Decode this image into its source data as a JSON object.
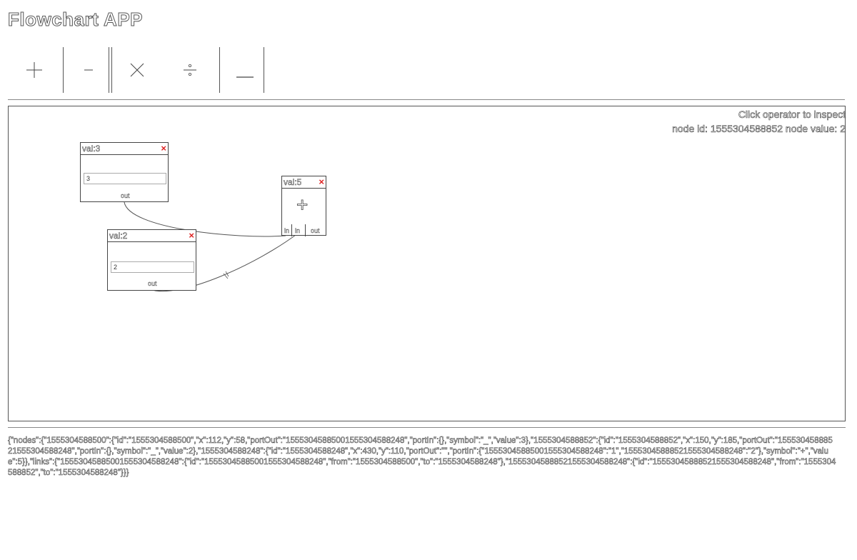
{
  "app": {
    "title": "Flowchart APP"
  },
  "toolbar": {
    "add_symbol": "+",
    "subtract_symbol": "−",
    "multiply_symbol": "✕",
    "divide_symbol": "÷",
    "value_symbol": "___"
  },
  "inspector": {
    "hint": "Click operator to inspect",
    "status": "node id: 1555304588852 node value: 2"
  },
  "nodes": {
    "val3": {
      "title": "val:3",
      "value": "3",
      "out_label": "out"
    },
    "val5": {
      "title": "val:5",
      "symbol": "+",
      "in1_label": "in",
      "in2_label": "in",
      "out_label": "out"
    },
    "val2": {
      "title": "val:2",
      "value": "2",
      "out_label": "out"
    }
  },
  "json_dump": "{\"nodes\":{\"1555304588500\":{\"id\":\"1555304588500\",\"x\":112,\"y\":58,\"portOut\":\"15553045885001555304588248\",\"portIn\":{},\"symbol\":\"_\",\"value\":3},\"1555304588852\":{\"id\":\"1555304588852\",\"x\":150,\"y\":185,\"portOut\":\"15553045888521555304588248\",\"portIn\":{},\"symbol\":\"_\",\"value\":2},\"1555304588248\":{\"id\":\"1555304588248\",\"x\":430,\"y\":110,\"portOut\":\"\",\"portIn\":{\"15553045885001555304588248\":\"1\",\"15553045888521555304588248\":\"2\"},\"symbol\":\"+\",\"value\":5}},\"links\":{\"15553045885001555304588248\":{\"id\":\"15553045885001555304588248\",\"from\":\"1555304588500\",\"to\":\"1555304588248\"},\"15553045888521555304588248\":{\"id\":\"15553045888521555304588248\",\"from\":\"1555304588852\",\"to\":\"1555304588248\"}}}"
}
